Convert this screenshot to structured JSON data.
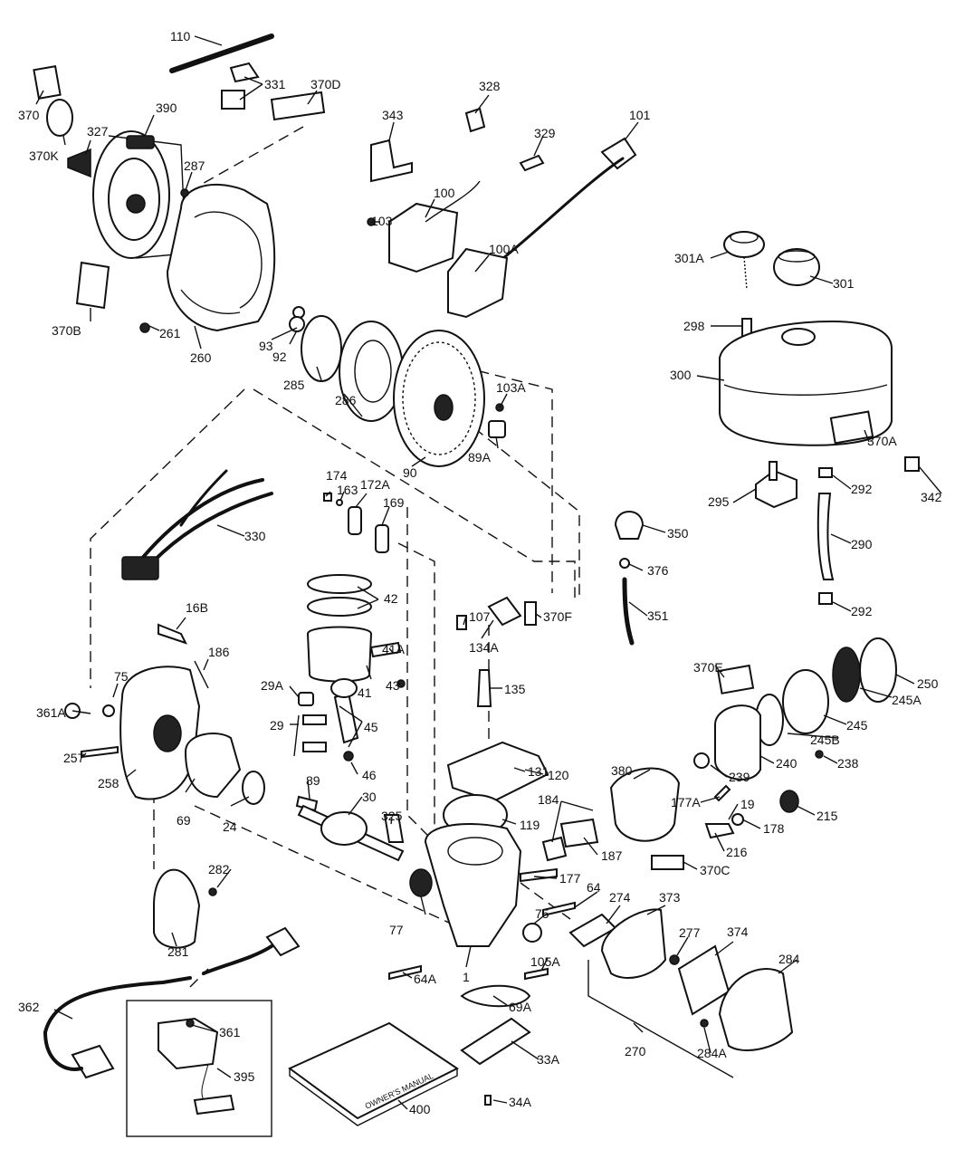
{
  "labels": {
    "l110": "110",
    "l331": "331",
    "l370": "370",
    "l370D": "370D",
    "l370K": "370K",
    "l390": "390",
    "l327": "327",
    "l287": "287",
    "l370B": "370B",
    "l261": "261",
    "l260": "260",
    "l93": "93",
    "l92": "92",
    "l285": "285",
    "l286": "286",
    "l90": "90",
    "l343": "343",
    "l328": "328",
    "l329": "329",
    "l101": "101",
    "l100": "100",
    "l103": "103",
    "l100A": "100A",
    "l103A": "103A",
    "l89A": "89A",
    "l301A": "301A",
    "l301": "301",
    "l298": "298",
    "l300": "300",
    "l370A": "370A",
    "l295": "295",
    "l292a": "292",
    "l342": "342",
    "l290": "290",
    "l292b": "292",
    "l330": "330",
    "l174": "174",
    "l163": "163",
    "l172A": "172A",
    "l169": "169",
    "l350": "350",
    "l376": "376",
    "l351": "351",
    "l42": "42",
    "l107": "107",
    "l134A": "134A",
    "l370F": "370F",
    "l16B": "16B",
    "l186": "186",
    "l41A": "41A",
    "l29A": "29A",
    "l41": "41",
    "l43": "43",
    "l75a": "75",
    "l361A": "361A",
    "l257": "257",
    "l258": "258",
    "l29": "29",
    "l45": "45",
    "l46": "46",
    "l135": "135",
    "l131": "131",
    "l120": "120",
    "l370E": "370E",
    "l250": "250",
    "l245A": "245A",
    "l245": "245",
    "l245B": "245B",
    "l238": "238",
    "l240": "240",
    "l239": "239",
    "l380": "380",
    "l177A": "177A",
    "l19": "19",
    "l178": "178",
    "l215": "215",
    "l216": "216",
    "l370C": "370C",
    "l184": "184",
    "l187": "187",
    "l119": "119",
    "l89": "89",
    "l30": "30",
    "l325": "325",
    "l69": "69",
    "l24": "24",
    "l282": "282",
    "l281": "281",
    "l177": "177",
    "l64": "64",
    "l274": "274",
    "l373": "373",
    "l77": "77",
    "l75b": "75",
    "l277": "277",
    "l374": "374",
    "l284": "284",
    "l105A": "105A",
    "l64A": "64A",
    "l1": "1",
    "l69A": "69A",
    "l270": "270",
    "l284A": "284A",
    "l362": "362",
    "l361": "361",
    "l395": "395",
    "l33A": "33A",
    "l400": "400",
    "l34A": "34A"
  },
  "manual_cover_text": "OWNER'S MANUAL"
}
